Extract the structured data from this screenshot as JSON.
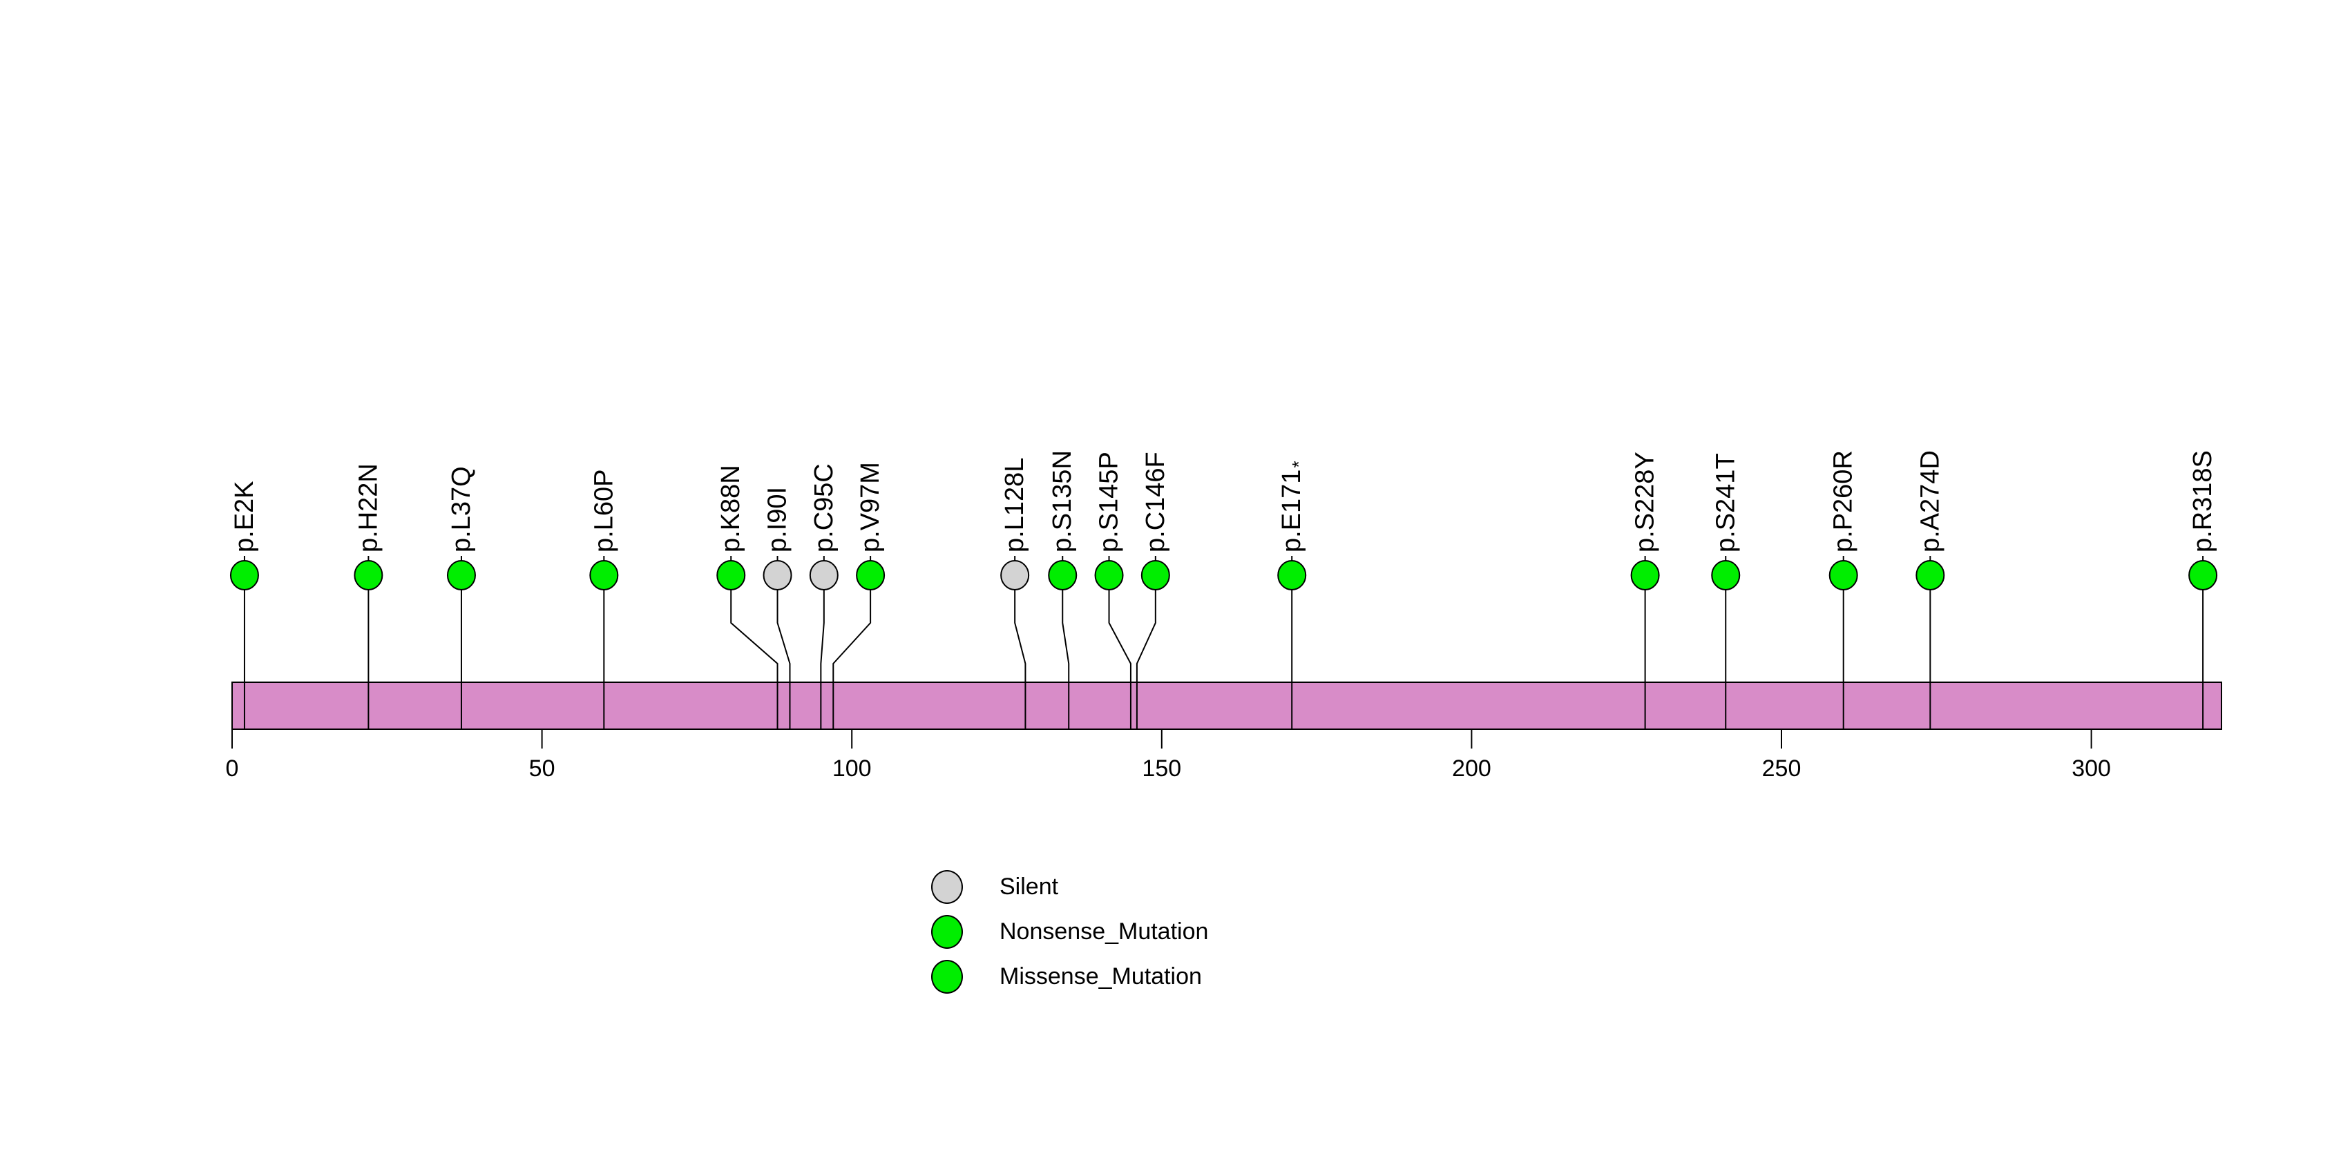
{
  "figure": {
    "background": "#FFFFFF",
    "title": ""
  },
  "chart_data": {
    "type": "scatter",
    "subtype": "protein-lollipop-mutation-plot",
    "title": "",
    "xlabel": "",
    "ylabel": "",
    "xlim": [
      0,
      321
    ],
    "protein_length": 321,
    "xticks": [
      0,
      50,
      100,
      150,
      200,
      250,
      300
    ],
    "grid": false,
    "mutations": [
      {
        "label": "p.E2K",
        "position": 2,
        "display_position": 2,
        "class": "Missense_Mutation"
      },
      {
        "label": "p.H22N",
        "position": 22,
        "display_position": 22,
        "class": "Missense_Mutation"
      },
      {
        "label": "p.L37Q",
        "position": 37,
        "display_position": 37,
        "class": "Missense_Mutation"
      },
      {
        "label": "p.L60P",
        "position": 60,
        "display_position": 60,
        "class": "Missense_Mutation"
      },
      {
        "label": "p.K88N",
        "position": 88,
        "display_position": 80.5,
        "class": "Missense_Mutation"
      },
      {
        "label": "p.I90I",
        "position": 90,
        "display_position": 88,
        "class": "Silent"
      },
      {
        "label": "p.C95C",
        "position": 95,
        "display_position": 95.5,
        "class": "Silent"
      },
      {
        "label": "p.V97M",
        "position": 97,
        "display_position": 103,
        "class": "Missense_Mutation"
      },
      {
        "label": "p.L128L",
        "position": 128,
        "display_position": 126.3,
        "class": "Silent"
      },
      {
        "label": "p.S135N",
        "position": 135,
        "display_position": 134,
        "class": "Missense_Mutation"
      },
      {
        "label": "p.S145P",
        "position": 145,
        "display_position": 141.5,
        "class": "Missense_Mutation"
      },
      {
        "label": "p.C146F",
        "position": 146,
        "display_position": 149,
        "class": "Missense_Mutation"
      },
      {
        "label": "p.E171",
        "label_suffix": "*",
        "position": 171,
        "display_position": 171,
        "class": "Nonsense_Mutation"
      },
      {
        "label": "p.S228Y",
        "position": 228,
        "display_position": 228,
        "class": "Missense_Mutation"
      },
      {
        "label": "p.S241T",
        "position": 241,
        "display_position": 241,
        "class": "Missense_Mutation"
      },
      {
        "label": "p.P260R",
        "position": 260,
        "display_position": 260,
        "class": "Missense_Mutation"
      },
      {
        "label": "p.A274D",
        "position": 274,
        "display_position": 274,
        "class": "Missense_Mutation"
      },
      {
        "label": "p.R318S",
        "position": 318,
        "display_position": 318,
        "class": "Missense_Mutation"
      }
    ],
    "legend": {
      "position": "bottom-center-left",
      "items": [
        {
          "label": "Silent",
          "color": "#D3D3D3"
        },
        {
          "label": "Nonsense_Mutation",
          "color": "#00EE00"
        },
        {
          "label": "Missense_Mutation",
          "color": "#00EE00"
        }
      ]
    },
    "colors": {
      "backbone": "#D88CC8",
      "outline": "#000000",
      "silent": "#D3D3D3",
      "nonsense_mutation": "#00EE00",
      "missense_mutation": "#00EE00",
      "background": "#FFFFFF"
    }
  }
}
